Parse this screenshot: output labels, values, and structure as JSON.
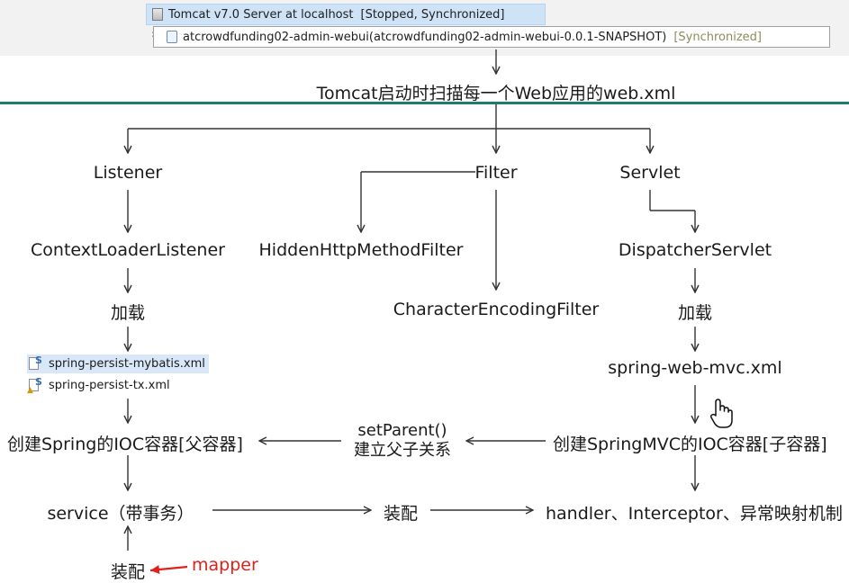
{
  "server_panel": {
    "server_name": "Tomcat v7.0 Server at localhost",
    "server_status": "[Stopped, Synchronized]",
    "module_name": "atcrowdfunding02-admin-webui(atcrowdfunding02-admin-webui-0.0.1-SNAPSHOT)",
    "module_status": "[Synchronized]",
    "icons": [
      "server-icon",
      "web-module-icon",
      "chevron-right-icon"
    ]
  },
  "diagram": {
    "root": "Tomcat启动时扫描每一个Web应用的web.xml",
    "listener": {
      "title": "Listener",
      "child": "ContextLoaderListener",
      "load": "加载",
      "files": [
        "spring-persist-mybatis.xml",
        "spring-persist-tx.xml"
      ],
      "container": "创建Spring的IOC容器[父容器]",
      "service": "service（带事务）",
      "assemble": "装配",
      "mapper": "mapper"
    },
    "filter": {
      "title": "Filter",
      "child1": "HiddenHttpMethodFilter",
      "child2": "CharacterEncodingFilter"
    },
    "servlet": {
      "title": "Servlet",
      "child": "DispatcherServlet",
      "load": "加载",
      "file": "spring-web-mvc.xml",
      "container": "创建SpringMVC的IOC容器[子容器]",
      "handler": "handler、Interceptor、异常映射机制"
    },
    "relation": {
      "line1": "setParent()",
      "line2": "建立父子关系"
    },
    "middle_assemble": "装配",
    "colors": {
      "accent_rule": "#1f7a72",
      "mapper_arrow": "#e0211b"
    }
  }
}
